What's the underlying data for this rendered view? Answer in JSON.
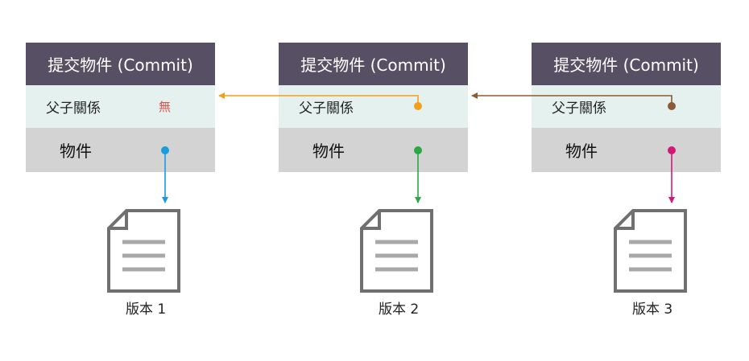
{
  "commits": [
    {
      "header": "提交物件 (Commit)",
      "parent_label": "父子關係",
      "parent_value": "無",
      "object_label": "物件",
      "color": "#1a9be0"
    },
    {
      "header": "提交物件 (Commit)",
      "parent_label": "父子關係",
      "parent_value": "",
      "object_label": "物件",
      "color": "#2aa845"
    },
    {
      "header": "提交物件 (Commit)",
      "parent_label": "父子關係",
      "parent_value": "",
      "object_label": "物件",
      "color": "#d6177a"
    }
  ],
  "parent_arrow_colors": [
    "#f2a01a",
    "#8b5a37"
  ],
  "versions": [
    "版本 1",
    "版本 2",
    "版本 3"
  ],
  "colors": {
    "header_bg": "#575064",
    "parent_bg": "#e5f1ee",
    "object_bg": "#d3d3d3",
    "document_stroke": "#707070",
    "none_text": "#d9534f"
  }
}
